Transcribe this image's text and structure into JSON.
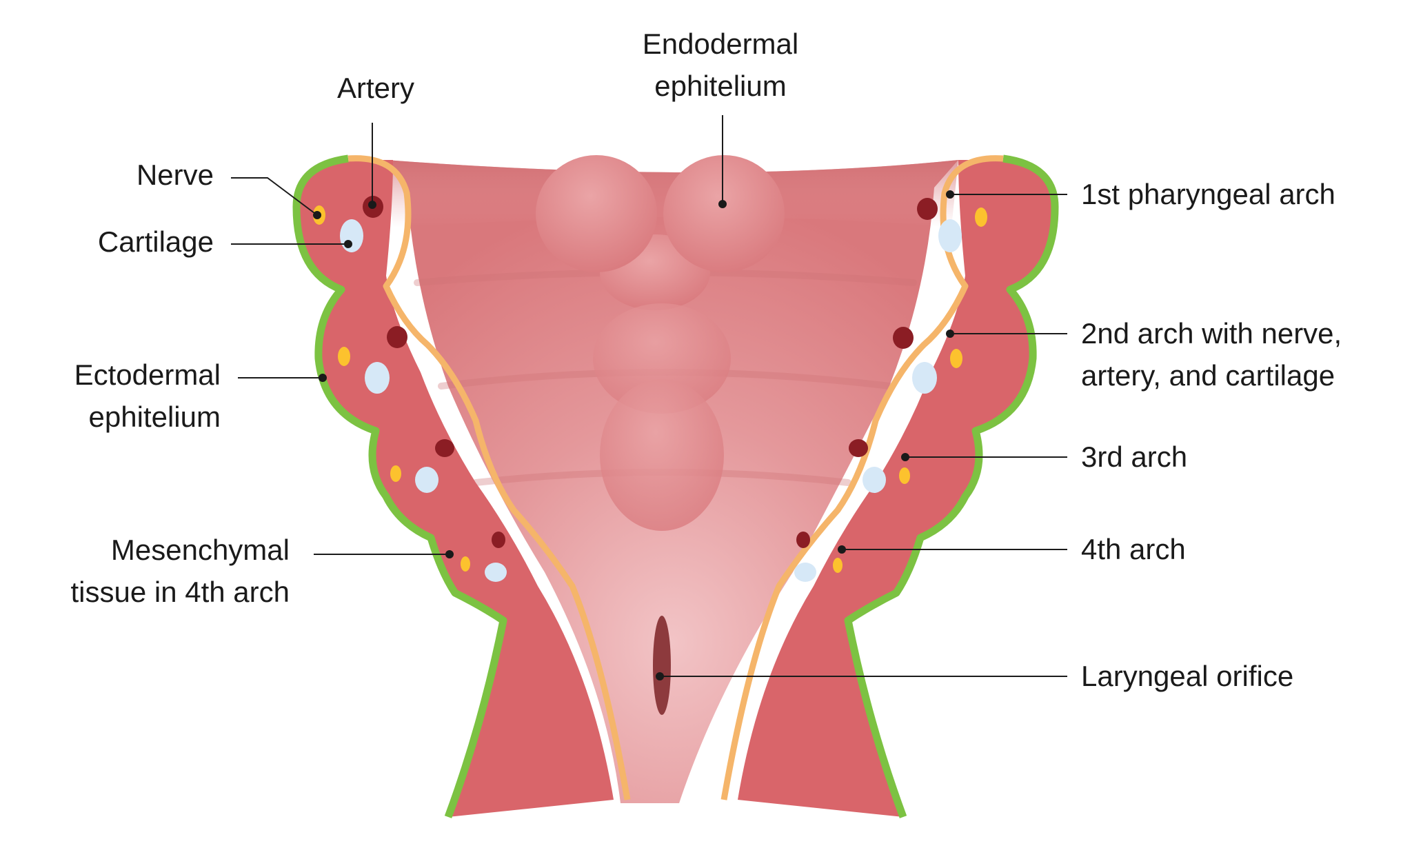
{
  "labels": {
    "endodermal": [
      "Endodermal",
      "ephitelium"
    ],
    "artery": "Artery",
    "nerve": "Nerve",
    "cartilage": "Cartilage",
    "ectodermal": [
      "Ectodermal",
      "ephitelium"
    ],
    "mesenchymal": [
      "Mesenchymal",
      "tissue in 4th arch"
    ],
    "arch1": "1st pharyngeal arch",
    "arch2": [
      "2nd arch with nerve,",
      "artery, and cartilage"
    ],
    "arch3": "3rd arch",
    "arch4": "4th arch",
    "laryngeal": "Laryngeal orifice"
  },
  "colors": {
    "ectoderm": "#7cc242",
    "endoderm_border": "#f5b56a",
    "mesenchyme": "#d9656a",
    "endoderm_surface": "#e28f92",
    "artery": "#8b1d24",
    "nerve": "#fcc22e",
    "cartilage": "#d6e8f7",
    "leader_line": "#1a1a1a"
  }
}
